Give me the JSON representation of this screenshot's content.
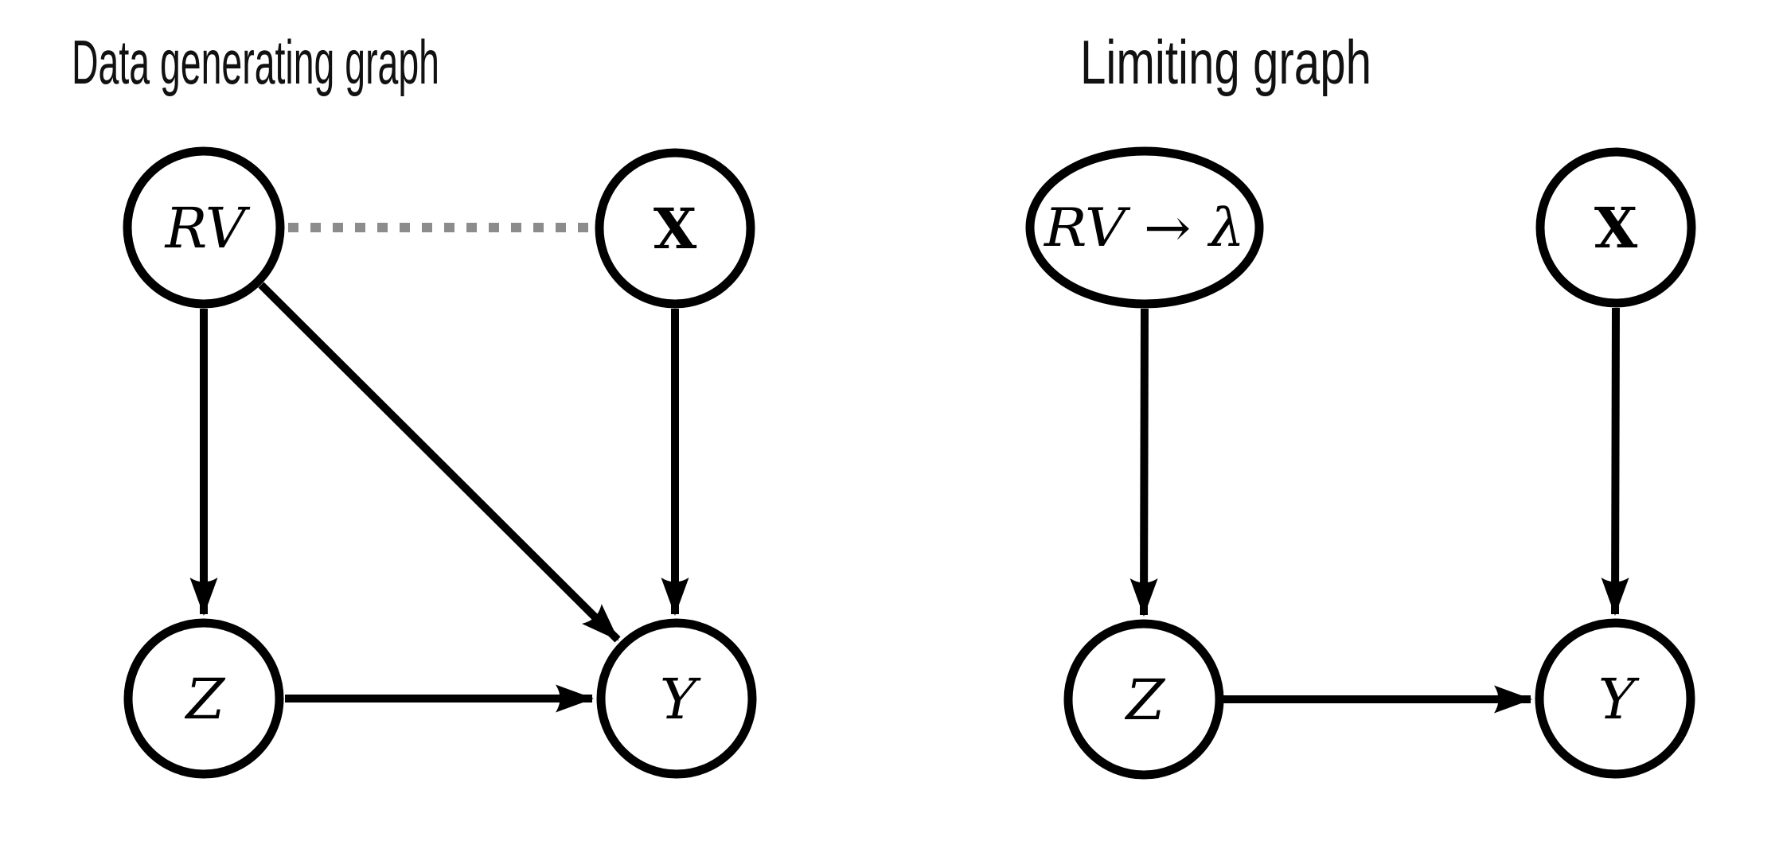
{
  "figure": {
    "background": "#ffffff",
    "stroke_color": "#000000",
    "dashed_edge_color": "#8c8c8c"
  },
  "left_graph": {
    "title": "Data generating graph",
    "nodes": {
      "rv": {
        "label": "RV",
        "shape": "circle"
      },
      "x": {
        "label": "X",
        "shape": "circle"
      },
      "z": {
        "label": "Z",
        "shape": "circle"
      },
      "y": {
        "label": "Y",
        "shape": "circle"
      }
    },
    "edges": [
      {
        "from": "RV",
        "to": "X",
        "style": "dashed",
        "directed": false,
        "color": "#8c8c8c"
      },
      {
        "from": "RV",
        "to": "Z",
        "style": "solid",
        "directed": true,
        "color": "#000000"
      },
      {
        "from": "RV",
        "to": "Y",
        "style": "solid",
        "directed": true,
        "color": "#000000"
      },
      {
        "from": "X",
        "to": "Y",
        "style": "solid",
        "directed": true,
        "color": "#000000"
      },
      {
        "from": "Z",
        "to": "Y",
        "style": "solid",
        "directed": true,
        "color": "#000000"
      }
    ]
  },
  "right_graph": {
    "title": "Limiting graph",
    "nodes": {
      "rv_lambda": {
        "label": "RV → λ",
        "shape": "ellipse"
      },
      "x": {
        "label": "X",
        "shape": "circle"
      },
      "z": {
        "label": "Z",
        "shape": "circle"
      },
      "y": {
        "label": "Y",
        "shape": "circle"
      }
    },
    "edges": [
      {
        "from": "RV → λ",
        "to": "Z",
        "style": "solid",
        "directed": true,
        "color": "#000000"
      },
      {
        "from": "X",
        "to": "Y",
        "style": "solid",
        "directed": true,
        "color": "#000000"
      },
      {
        "from": "Z",
        "to": "Y",
        "style": "solid",
        "directed": true,
        "color": "#000000"
      }
    ]
  }
}
